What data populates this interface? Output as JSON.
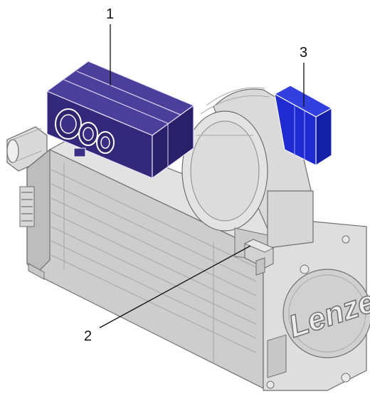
{
  "diagram": {
    "callouts": [
      {
        "id": "1",
        "label": "1"
      },
      {
        "id": "2",
        "label": "2"
      },
      {
        "id": "3",
        "label": "3"
      }
    ],
    "logo_text": "Lenze"
  },
  "colors": {
    "module_1": "#3b2f86",
    "module_3": "#1f2bd0",
    "housing_light": "#e6e6e6",
    "housing_mid": "#d3d3d3",
    "housing_dark": "#c0c0c0",
    "edge": "#6f6f6f",
    "leader_line": "#111111"
  },
  "icons": {
    "component_1": "blue-connector-box-icon",
    "component_2": "terminal-bracket-icon",
    "component_3": "blue-fan-module-icon"
  }
}
